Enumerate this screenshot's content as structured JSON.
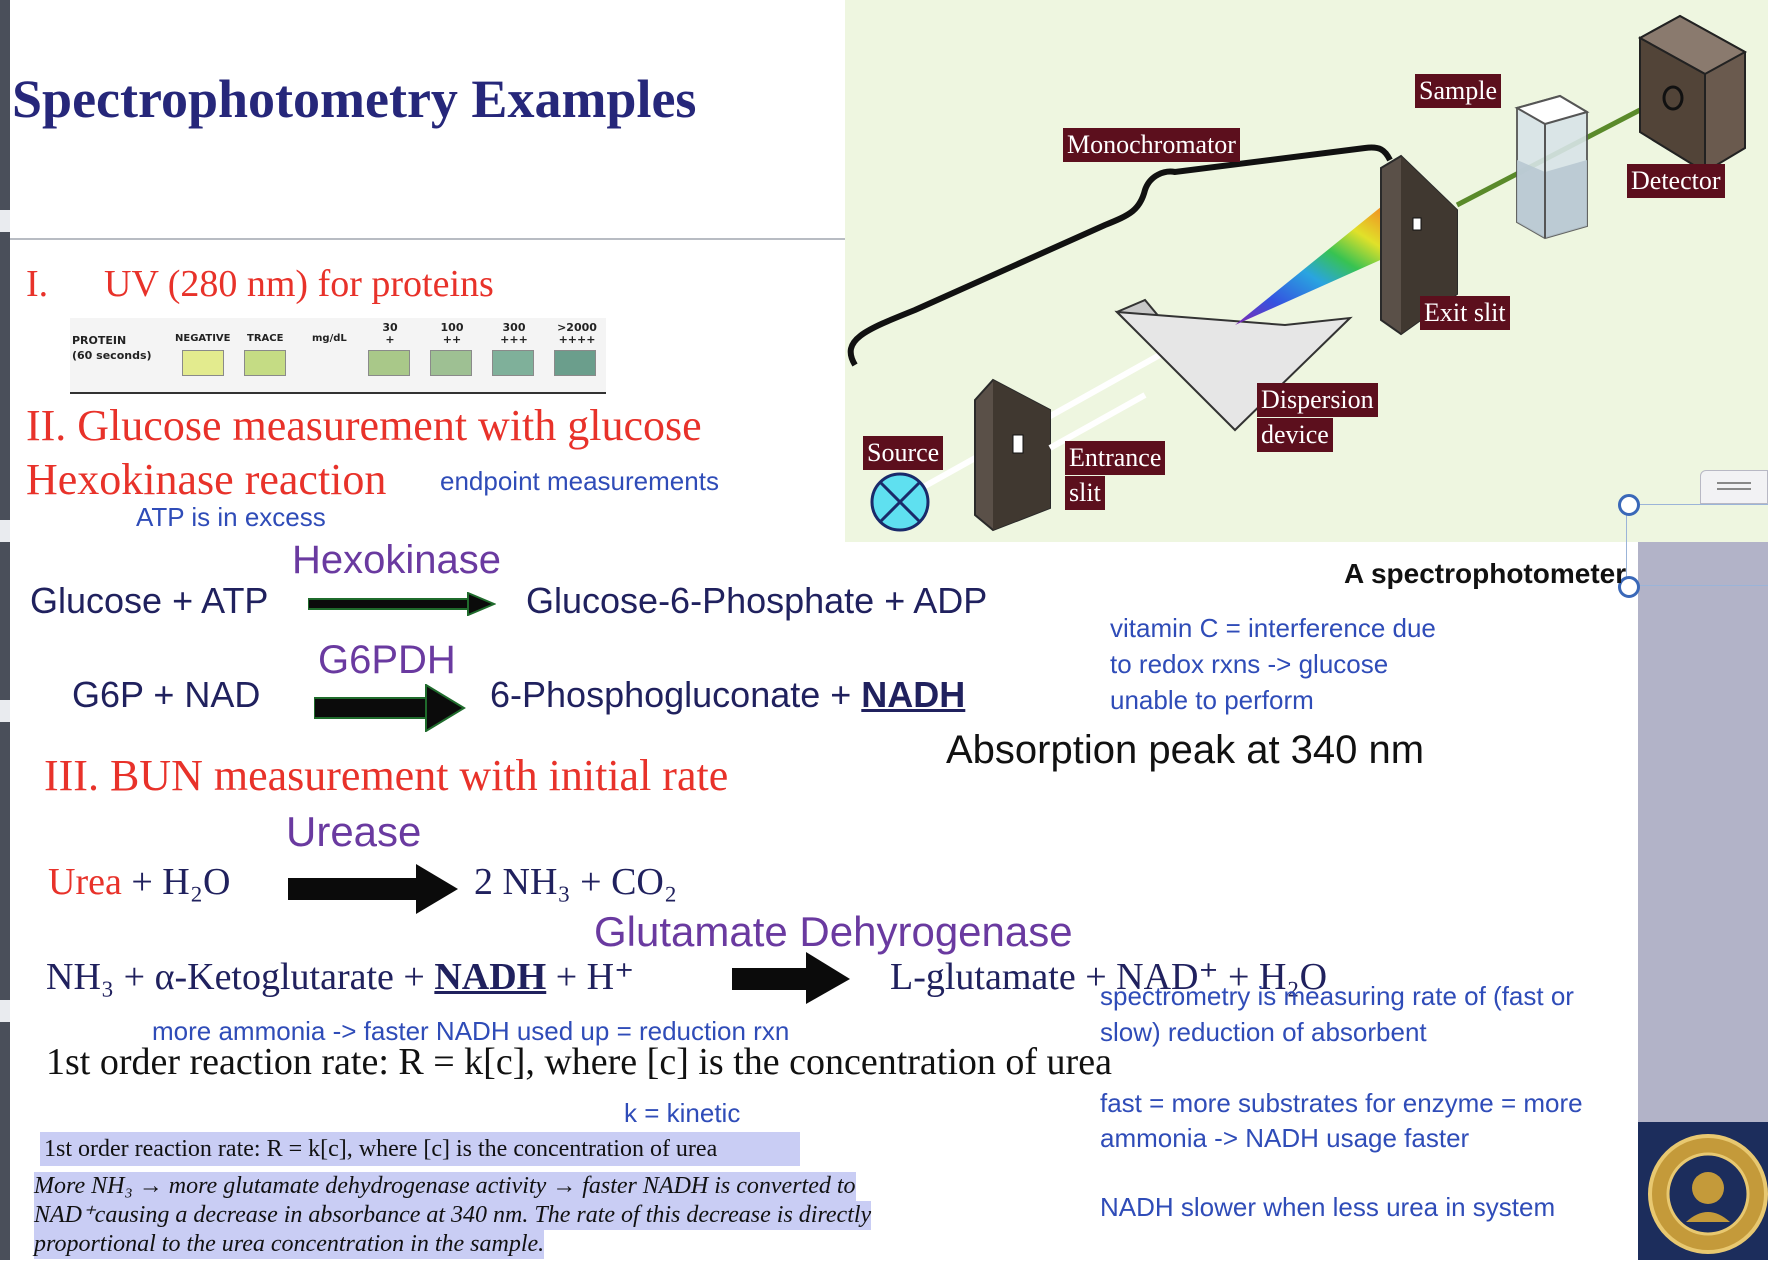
{
  "title": "Spectrophotometry Examples",
  "section1": {
    "num": "I.",
    "text": "UV (280 nm) for proteins"
  },
  "protein_strip": {
    "label1": "PROTEIN",
    "label2": "(60 seconds)",
    "columns": [
      "NEGATIVE",
      "TRACE",
      "mg/dL"
    ],
    "levels": [
      {
        "top": "30",
        "bottom": "+"
      },
      {
        "top": "100",
        "bottom": "++"
      },
      {
        "top": "300",
        "bottom": "+++"
      },
      {
        "top": ">2000",
        "bottom": "++++"
      }
    ],
    "colors": [
      "#e3eb8e",
      "#c5dc84",
      "#a9c889",
      "#9ec093",
      "#7fb09a",
      "#6b9e8c"
    ]
  },
  "section2": {
    "line1": "II. Glucose measurement with glucose",
    "line2": "Hexokinase reaction",
    "note_endpoint": "endpoint measurements",
    "note_atp": "ATP is in excess"
  },
  "reaction1": {
    "enzyme": "Hexokinase",
    "left": "Glucose + ATP",
    "right": "Glucose-6-Phosphate + ADP"
  },
  "reaction2": {
    "enzyme": "G6PDH",
    "left": "G6P + NAD",
    "right_pre": "6-Phosphogluconate + ",
    "right_em": "NADH"
  },
  "absorption": "Absorption peak at 340 nm",
  "vitc_note": [
    "vitamin C = interference due",
    "to redox rxns -> glucose",
    "unable to perform"
  ],
  "section3": "III. BUN measurement with initial rate",
  "reaction3": {
    "enzyme": "Urease",
    "left_red": "Urea",
    "left_rest": " + H₂O",
    "right": "2 NH₃ + CO₂"
  },
  "reaction4": {
    "enzyme": "Glutamate Dehyrogenase",
    "left_pre": "NH₃ + α-Ketoglutarate + ",
    "left_em": "NADH",
    "left_post": " + H⁺",
    "right": "L-glutamate + NAD⁺ + H₂O"
  },
  "ammonia_note": "more ammonia -> faster NADH used up = reduction rxn",
  "rate_note": [
    "spectrometry is measuring rate of (fast or",
    "slow) reduction of absorbent"
  ],
  "rate_eq": "1st order reaction rate: R = k[c], where [c] is the concentration of urea",
  "k_note": "k = kinetic",
  "fast_note": [
    "fast = more substrates for enzyme = more",
    "ammonia -> NADH usage faster"
  ],
  "slow_note": "NADH slower when less urea in system",
  "highlight_eq": "1st order reaction rate: R = k[c], where [c] is the concentration of urea",
  "highlight_para": [
    "More NH₃ → more glutamate dehydrogenase activity → faster NADH is converted to",
    "NAD⁺causing a decrease in absorbance at 340 nm. The rate of this decrease is directly",
    "proportional to the urea concentration in the sample."
  ],
  "diagram": {
    "caption": "A spectrophotometer",
    "labels": {
      "sample": "Sample",
      "monochromator": "Monochromator",
      "detector": "Detector",
      "exit_slit": "Exit slit",
      "dispersion_1": "Dispersion",
      "dispersion_2": "device",
      "source": "Source",
      "entrance_1": "Entrance",
      "entrance_2": "slit"
    }
  }
}
